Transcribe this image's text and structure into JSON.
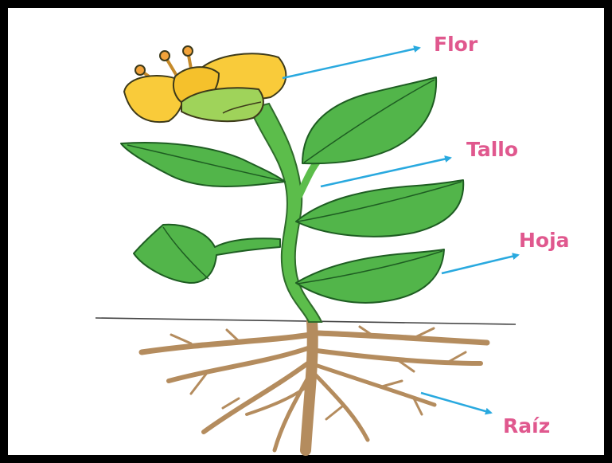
{
  "colors": {
    "label": "#e0588e",
    "arrow": "#29a9df",
    "leaf": "#52b54a",
    "leaf_dark": "#1e5d22",
    "stem": "#5cbd4b",
    "petal": "#f9cb3a",
    "sepal": "#9fd35a",
    "root": "#b48c5e",
    "ground": "#444444",
    "border": "#000000"
  },
  "labels": {
    "flower": "Flor",
    "stem": "Tallo",
    "leaf": "Hoja",
    "root": "Raíz"
  }
}
